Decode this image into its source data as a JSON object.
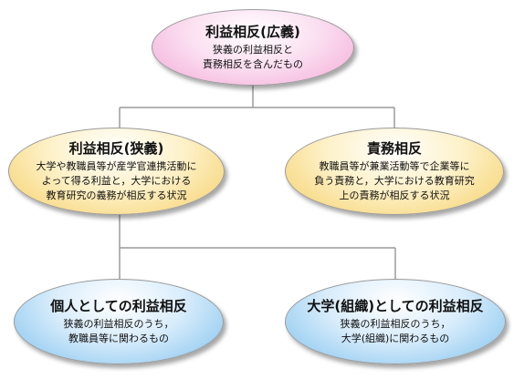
{
  "nodes": {
    "top": {
      "title": "利益相反(広義)",
      "body": "狭義の利益相反と\n責務相反を含んだもの"
    },
    "left": {
      "title": "利益相反(狭義)",
      "body": "大学や教職員等が産学官連携活動に\nよって得る利益と，大学における\n教育研究の義務が相反する状況"
    },
    "right": {
      "title": "責務相反",
      "body": "教職員等が兼業活動等で企業等に\n負う責務と，大学における教育研究\n上の責務が相反する状況"
    },
    "bottom_left": {
      "title": "個人としての利益相反",
      "body": "狭義の利益相反のうち，\n教職員等に関わるもの"
    },
    "bottom_right": {
      "title": "大学(組織)としての利益相反",
      "body": "狭義の利益相反のうち，\n大学(組織)に関わるもの"
    }
  },
  "colors": {
    "connector": "#9a9a9a",
    "top_fill": "#f3a9d8",
    "middle_fill": "#f6cf67",
    "bottom_fill": "#7fc2ee"
  }
}
